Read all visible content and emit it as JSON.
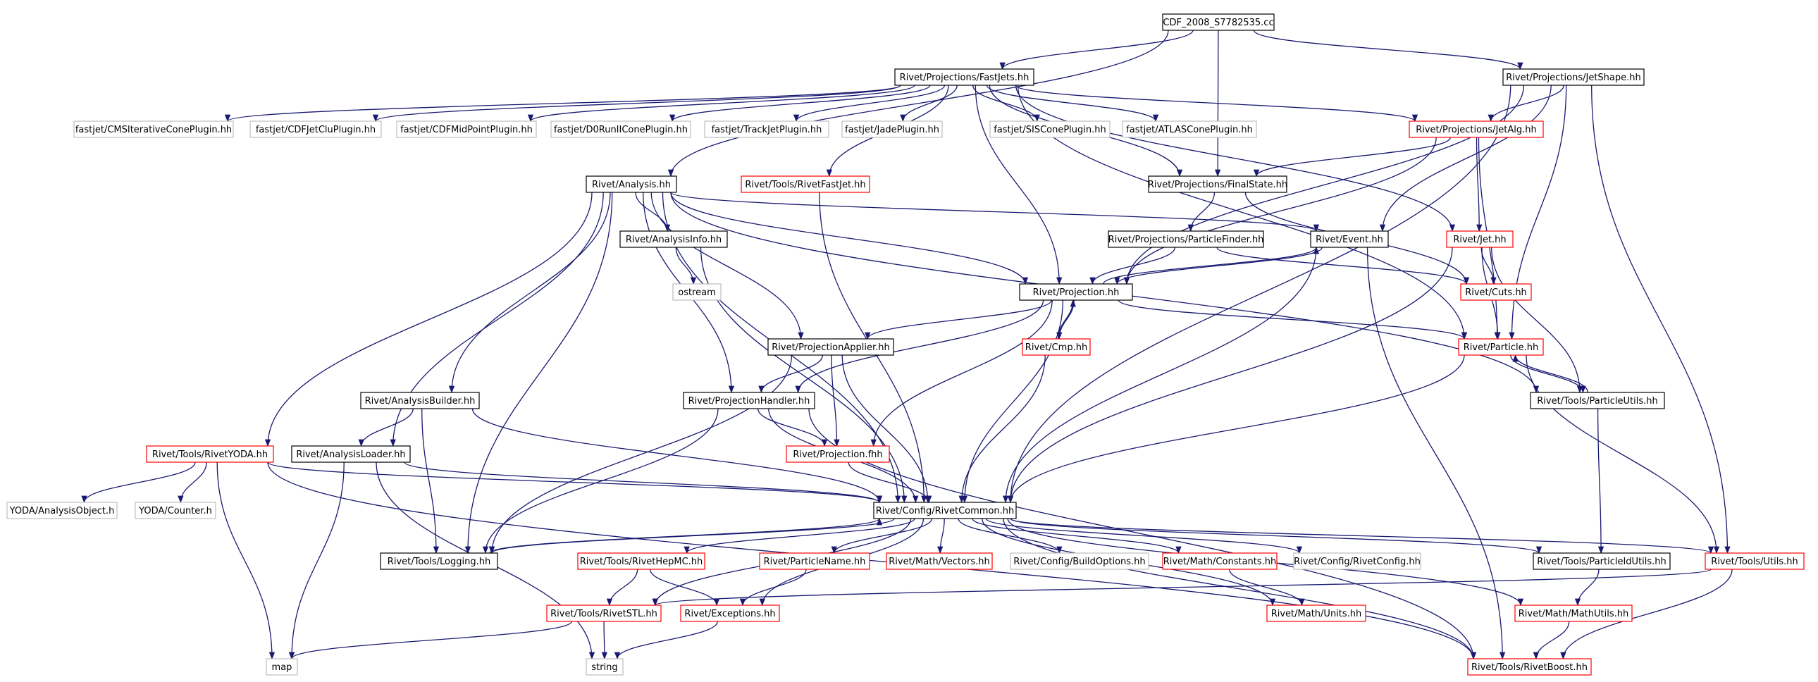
{
  "graph": {
    "colors": {
      "root_fill": "#bfbfbf",
      "normal_border": "#000000",
      "truncated_border": "#ff0000",
      "external_border": "#bfbfbf",
      "edge": "#191970"
    },
    "nodes": [
      {
        "id": "root",
        "label": "CDF_2008_S7782535.cc",
        "kind": "root"
      },
      {
        "id": "fastjets",
        "label": "Rivet/Projections/FastJets.hh",
        "kind": "normal"
      },
      {
        "id": "jetshape",
        "label": "Rivet/Projections/JetShape.hh",
        "kind": "normal"
      },
      {
        "id": "cmsiter",
        "label": "fastjet/CMSIterativeConePlugin.hh",
        "kind": "external"
      },
      {
        "id": "cdfjetclu",
        "label": "fastjet/CDFJetCluPlugin.hh",
        "kind": "external"
      },
      {
        "id": "cdfmid",
        "label": "fastjet/CDFMidPointPlugin.hh",
        "kind": "external"
      },
      {
        "id": "d0run2",
        "label": "fastjet/D0RunIIConePlugin.hh",
        "kind": "external"
      },
      {
        "id": "trackjet",
        "label": "fastjet/TrackJetPlugin.hh",
        "kind": "external"
      },
      {
        "id": "jade",
        "label": "fastjet/JadePlugin.hh",
        "kind": "external"
      },
      {
        "id": "siscone",
        "label": "fastjet/SISConePlugin.hh",
        "kind": "external"
      },
      {
        "id": "atlascone",
        "label": "fastjet/ATLASConePlugin.hh",
        "kind": "external"
      },
      {
        "id": "jetalg",
        "label": "Rivet/Projections/JetAlg.hh",
        "kind": "truncated"
      },
      {
        "id": "analysis",
        "label": "Rivet/Analysis.hh",
        "kind": "normal"
      },
      {
        "id": "rivetfastjet",
        "label": "Rivet/Tools/RivetFastJet.hh",
        "kind": "truncated"
      },
      {
        "id": "finalstate",
        "label": "Rivet/Projections/FinalState.hh",
        "kind": "normal"
      },
      {
        "id": "analysisinfo",
        "label": "Rivet/AnalysisInfo.hh",
        "kind": "normal"
      },
      {
        "id": "particlefinder",
        "label": "Rivet/Projections/ParticleFinder.hh",
        "kind": "normal"
      },
      {
        "id": "event",
        "label": "Rivet/Event.hh",
        "kind": "normal"
      },
      {
        "id": "jet",
        "label": "Rivet/Jet.hh",
        "kind": "truncated"
      },
      {
        "id": "ostream",
        "label": "ostream",
        "kind": "external"
      },
      {
        "id": "cuts",
        "label": "Rivet/Cuts.hh",
        "kind": "truncated"
      },
      {
        "id": "projection",
        "label": "Rivet/Projection.hh",
        "kind": "normal"
      },
      {
        "id": "cmp",
        "label": "Rivet/Cmp.hh",
        "kind": "truncated"
      },
      {
        "id": "projapplier",
        "label": "Rivet/ProjectionApplier.hh",
        "kind": "normal"
      },
      {
        "id": "particle",
        "label": "Rivet/Particle.hh",
        "kind": "truncated"
      },
      {
        "id": "analysisbuilder",
        "label": "Rivet/AnalysisBuilder.hh",
        "kind": "normal"
      },
      {
        "id": "projhandler",
        "label": "Rivet/ProjectionHandler.hh",
        "kind": "normal"
      },
      {
        "id": "particleutils",
        "label": "Rivet/Tools/ParticleUtils.hh",
        "kind": "normal"
      },
      {
        "id": "rivetyoda",
        "label": "Rivet/Tools/RivetYODA.hh",
        "kind": "truncated"
      },
      {
        "id": "analysisloader",
        "label": "Rivet/AnalysisLoader.hh",
        "kind": "normal"
      },
      {
        "id": "projfhh",
        "label": "Rivet/Projection.fhh",
        "kind": "truncated"
      },
      {
        "id": "yodaao",
        "label": "YODA/AnalysisObject.h",
        "kind": "external"
      },
      {
        "id": "yodacounter",
        "label": "YODA/Counter.h",
        "kind": "external"
      },
      {
        "id": "rivetcommon",
        "label": "Rivet/Config/RivetCommon.hh",
        "kind": "normal"
      },
      {
        "id": "logging",
        "label": "Rivet/Tools/Logging.hh",
        "kind": "normal"
      },
      {
        "id": "rivethepmc",
        "label": "Rivet/Tools/RivetHepMC.hh",
        "kind": "truncated"
      },
      {
        "id": "particlename",
        "label": "Rivet/ParticleName.hh",
        "kind": "truncated"
      },
      {
        "id": "vectors",
        "label": "Rivet/Math/Vectors.hh",
        "kind": "truncated"
      },
      {
        "id": "buildoptions",
        "label": "Rivet/Config/BuildOptions.hh",
        "kind": "external"
      },
      {
        "id": "constants",
        "label": "Rivet/Math/Constants.hh",
        "kind": "truncated"
      },
      {
        "id": "rivetconfig",
        "label": "Rivet/Config/RivetConfig.hh",
        "kind": "external"
      },
      {
        "id": "particleidutils",
        "label": "Rivet/Tools/ParticleIdUtils.hh",
        "kind": "normal"
      },
      {
        "id": "utils",
        "label": "Rivet/Tools/Utils.hh",
        "kind": "truncated"
      },
      {
        "id": "rivetstl",
        "label": "Rivet/Tools/RivetSTL.hh",
        "kind": "truncated"
      },
      {
        "id": "exceptions",
        "label": "Rivet/Exceptions.hh",
        "kind": "truncated"
      },
      {
        "id": "units",
        "label": "Rivet/Math/Units.hh",
        "kind": "truncated"
      },
      {
        "id": "mathutils",
        "label": "Rivet/Math/MathUtils.hh",
        "kind": "truncated"
      },
      {
        "id": "map",
        "label": "map",
        "kind": "external"
      },
      {
        "id": "string",
        "label": "string",
        "kind": "external"
      },
      {
        "id": "rivetboost",
        "label": "Rivet/Tools/RivetBoost.hh",
        "kind": "truncated"
      }
    ],
    "edges": [
      [
        "root",
        "fastjets"
      ],
      [
        "root",
        "jetshape"
      ],
      [
        "root",
        "analysis"
      ],
      [
        "root",
        "finalstate"
      ],
      [
        "fastjets",
        "cmsiter"
      ],
      [
        "fastjets",
        "cdfjetclu"
      ],
      [
        "fastjets",
        "cdfmid"
      ],
      [
        "fastjets",
        "d0run2"
      ],
      [
        "fastjets",
        "trackjet"
      ],
      [
        "fastjets",
        "jade"
      ],
      [
        "fastjets",
        "siscone"
      ],
      [
        "fastjets",
        "atlascone"
      ],
      [
        "fastjets",
        "jetalg"
      ],
      [
        "fastjets",
        "rivetfastjet"
      ],
      [
        "fastjets",
        "finalstate"
      ],
      [
        "fastjets",
        "projection"
      ],
      [
        "fastjets",
        "jet"
      ],
      [
        "fastjets",
        "particle"
      ],
      [
        "jetshape",
        "jetalg"
      ],
      [
        "jetshape",
        "projection"
      ],
      [
        "jetshape",
        "event"
      ],
      [
        "jetshape",
        "particle"
      ],
      [
        "jetshape",
        "rivetcommon"
      ],
      [
        "jetshape",
        "utils"
      ],
      [
        "jetalg",
        "finalstate"
      ],
      [
        "jetalg",
        "jet"
      ],
      [
        "jetalg",
        "projection"
      ],
      [
        "jetalg",
        "particle"
      ],
      [
        "analysis",
        "analysisinfo"
      ],
      [
        "analysis",
        "event"
      ],
      [
        "analysis",
        "projection"
      ],
      [
        "analysis",
        "projapplier"
      ],
      [
        "analysis",
        "projhandler"
      ],
      [
        "analysis",
        "analysisbuilder"
      ],
      [
        "analysis",
        "analysisloader"
      ],
      [
        "analysis",
        "rivetyoda"
      ],
      [
        "analysis",
        "rivetcommon"
      ],
      [
        "analysis",
        "logging"
      ],
      [
        "analysis",
        "particleutils"
      ],
      [
        "rivetfastjet",
        "rivetcommon"
      ],
      [
        "finalstate",
        "particlefinder"
      ],
      [
        "finalstate",
        "cuts"
      ],
      [
        "particlefinder",
        "projection"
      ],
      [
        "particlefinder",
        "cuts"
      ],
      [
        "analysisinfo",
        "ostream"
      ],
      [
        "analysisinfo",
        "rivetcommon"
      ],
      [
        "event",
        "projection"
      ],
      [
        "event",
        "rivetcommon"
      ],
      [
        "event",
        "rivetboost"
      ],
      [
        "jet",
        "cuts"
      ],
      [
        "jet",
        "particle"
      ],
      [
        "jet",
        "particleutils"
      ],
      [
        "jet",
        "rivetcommon"
      ],
      [
        "projection",
        "event"
      ],
      [
        "projection",
        "cmp"
      ],
      [
        "projection",
        "projapplier"
      ],
      [
        "projection",
        "projhandler"
      ],
      [
        "projection",
        "projfhh"
      ],
      [
        "projection",
        "particle"
      ],
      [
        "projection",
        "rivetcommon"
      ],
      [
        "cmp",
        "projection"
      ],
      [
        "cmp",
        "rivetcommon"
      ],
      [
        "projapplier",
        "projhandler"
      ],
      [
        "projapplier",
        "projfhh"
      ],
      [
        "projapplier",
        "logging"
      ],
      [
        "projapplier",
        "rivetcommon"
      ],
      [
        "particle",
        "particleutils"
      ],
      [
        "particle",
        "rivetcommon"
      ],
      [
        "particle",
        "utils"
      ],
      [
        "particleutils",
        "particle"
      ],
      [
        "particleutils",
        "particleidutils"
      ],
      [
        "analysisbuilder",
        "analysisloader"
      ],
      [
        "analysisbuilder",
        "logging"
      ],
      [
        "analysisbuilder",
        "rivetcommon"
      ],
      [
        "projhandler",
        "projfhh"
      ],
      [
        "projhandler",
        "rivetcommon"
      ],
      [
        "projhandler",
        "logging"
      ],
      [
        "projhandler",
        "rivetboost"
      ],
      [
        "rivetyoda",
        "yodaao"
      ],
      [
        "rivetyoda",
        "yodacounter"
      ],
      [
        "rivetyoda",
        "rivetcommon"
      ],
      [
        "rivetyoda",
        "map"
      ],
      [
        "rivetyoda",
        "rivetboost"
      ],
      [
        "analysisloader",
        "rivetcommon"
      ],
      [
        "analysisloader",
        "map"
      ],
      [
        "analysisloader",
        "string"
      ],
      [
        "projfhh",
        "rivetcommon"
      ],
      [
        "rivetcommon",
        "logging"
      ],
      [
        "rivetcommon",
        "rivethepmc"
      ],
      [
        "rivetcommon",
        "particlename"
      ],
      [
        "rivetcommon",
        "vectors"
      ],
      [
        "rivetcommon",
        "buildoptions"
      ],
      [
        "rivetcommon",
        "constants"
      ],
      [
        "rivetcommon",
        "rivetconfig"
      ],
      [
        "rivetcommon",
        "particleidutils"
      ],
      [
        "rivetcommon",
        "utils"
      ],
      [
        "rivetcommon",
        "rivetstl"
      ],
      [
        "rivetcommon",
        "exceptions"
      ],
      [
        "rivetcommon",
        "units"
      ],
      [
        "rivetcommon",
        "mathutils"
      ],
      [
        "rivetcommon",
        "rivetboost"
      ],
      [
        "logging",
        "rivetcommon"
      ],
      [
        "rivethepmc",
        "rivetstl"
      ],
      [
        "rivethepmc",
        "exceptions"
      ],
      [
        "particlename",
        "exceptions"
      ],
      [
        "constants",
        "units"
      ],
      [
        "particleidutils",
        "mathutils"
      ],
      [
        "utils",
        "rivetstl"
      ],
      [
        "utils",
        "rivetboost"
      ],
      [
        "rivetstl",
        "map"
      ],
      [
        "rivetstl",
        "string"
      ],
      [
        "exceptions",
        "string"
      ],
      [
        "mathutils",
        "rivetboost"
      ]
    ]
  }
}
